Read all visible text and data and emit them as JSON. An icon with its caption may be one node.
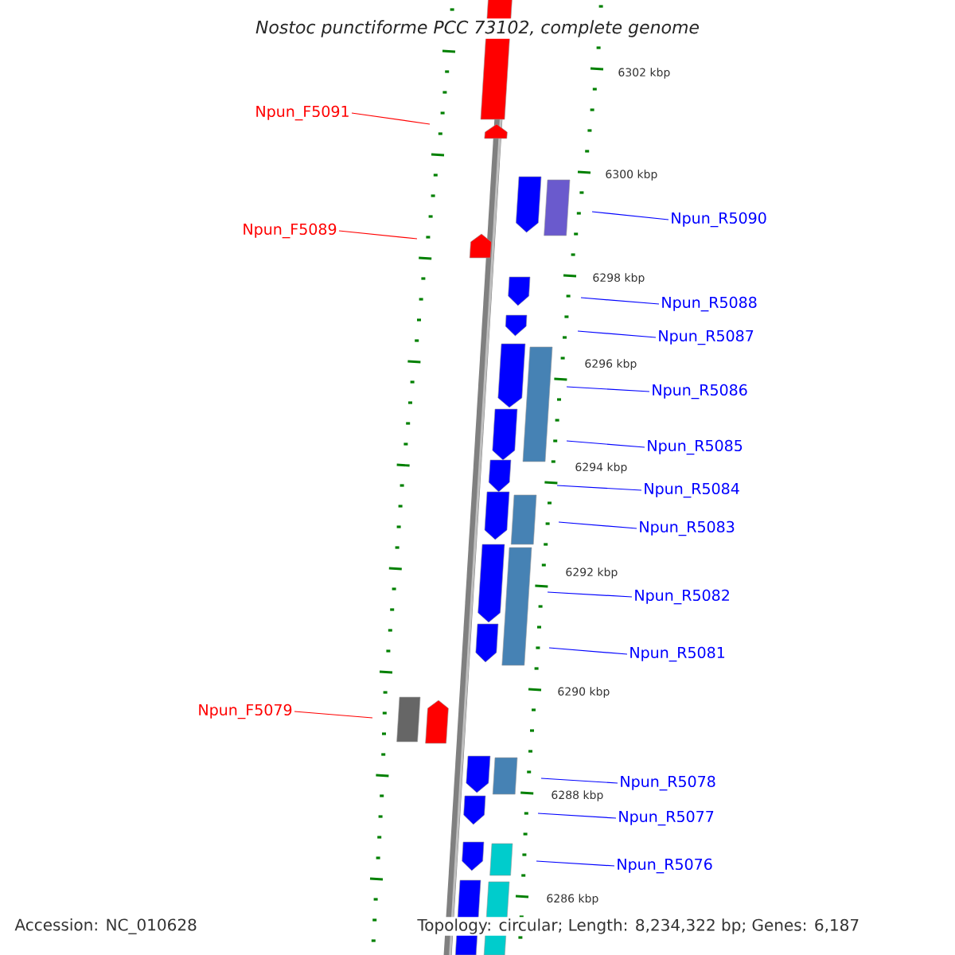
{
  "diagram": {
    "title": "Nostoc punctiforme PCC 73102, complete genome",
    "nodes": [
      {
        "text": [
          "Npun_F5091"
        ]
      },
      {
        "text": [
          "Npun_R5090"
        ]
      },
      {
        "text": [
          "Npun_F5089"
        ]
      },
      {
        "text": [
          "Npun_R5088"
        ]
      },
      {
        "text": [
          "Npun_R5087"
        ]
      },
      {
        "text": [
          "Npun_R5086"
        ]
      },
      {
        "text": [
          "Npun_R5085"
        ]
      },
      {
        "text": [
          "Npun_R5084"
        ]
      },
      {
        "text": [
          "Npun_R5083"
        ]
      },
      {
        "text": [
          "Npun_R5082"
        ]
      },
      {
        "text": [
          "Npun_R5081"
        ]
      },
      {
        "text": [
          "Npun_F5079"
        ]
      },
      {
        "text": [
          "Npun_R5078"
        ]
      },
      {
        "text": [
          "Npun_R5077"
        ]
      },
      {
        "text": [
          "Npun_R5076"
        ]
      }
    ],
    "edges": [
      {
        "from": 0,
        "to": null,
        "arrow": "none",
        "color": "#ff0000"
      },
      {
        "from": 1,
        "to": null,
        "arrow": "none"
      },
      {
        "from": 2,
        "to": null,
        "arrow": "none",
        "color": "#ff0000"
      },
      {
        "from": 3,
        "to": null,
        "arrow": "none"
      },
      {
        "from": 4,
        "to": null,
        "arrow": "none"
      },
      {
        "from": 5,
        "to": null,
        "arrow": "none"
      },
      {
        "from": 6,
        "to": null,
        "arrow": "none"
      },
      {
        "from": 7,
        "to": null,
        "arrow": "none"
      },
      {
        "from": 8,
        "to": null,
        "arrow": "none"
      },
      {
        "from": 9,
        "to": null,
        "arrow": "none"
      },
      {
        "from": 10,
        "to": null,
        "arrow": "none"
      },
      {
        "from": 11,
        "to": null,
        "arrow": "none",
        "color": "#ff0000"
      },
      {
        "from": 12,
        "to": null,
        "arrow": "none"
      },
      {
        "from": 13,
        "to": null,
        "arrow": "none"
      },
      {
        "from": 14,
        "to": null,
        "arrow": "none"
      }
    ],
    "labels": [
      "6302 kbp",
      "6300 kbp",
      "6298 kbp",
      "6296 kbp",
      "6294 kbp",
      "6292 kbp",
      "6290 kbp",
      "6288 kbp",
      "6286 kbp",
      "Accession: NC_010628",
      "Topology: circular; Length: 8,234,322 bp; Genes: 6,187"
    ]
  }
}
